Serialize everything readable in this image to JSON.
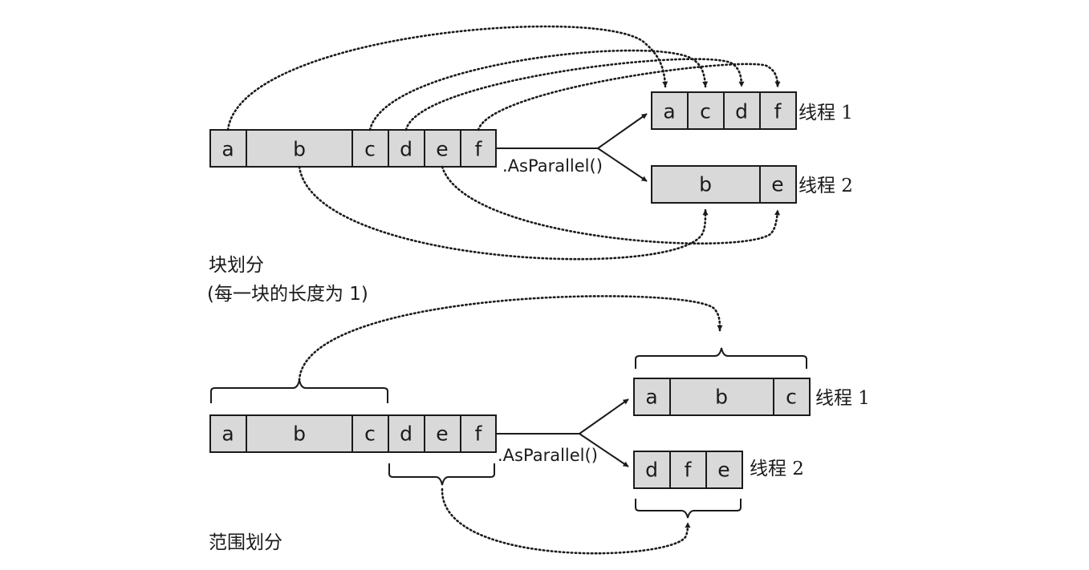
{
  "chunk_section": {
    "source_cells": [
      "a",
      "b",
      "c",
      "d",
      "e",
      "f"
    ],
    "method": ".AsParallel()",
    "thread1": {
      "cells": [
        "a",
        "c",
        "d",
        "f"
      ],
      "label": "线程 1"
    },
    "thread2": {
      "cells": [
        "b",
        "e"
      ],
      "label": "线程 2"
    },
    "caption_line1": "块划分",
    "caption_line2": "(每一块的长度为 1)"
  },
  "range_section": {
    "source_cells": [
      "a",
      "b",
      "c",
      "d",
      "e",
      "f"
    ],
    "method": ".AsParallel()",
    "thread1": {
      "cells": [
        "a",
        "b",
        "c"
      ],
      "label": "线程 1"
    },
    "thread2": {
      "cells": [
        "d",
        "f",
        "e"
      ],
      "label": "线程 2"
    },
    "caption": "范围划分"
  }
}
